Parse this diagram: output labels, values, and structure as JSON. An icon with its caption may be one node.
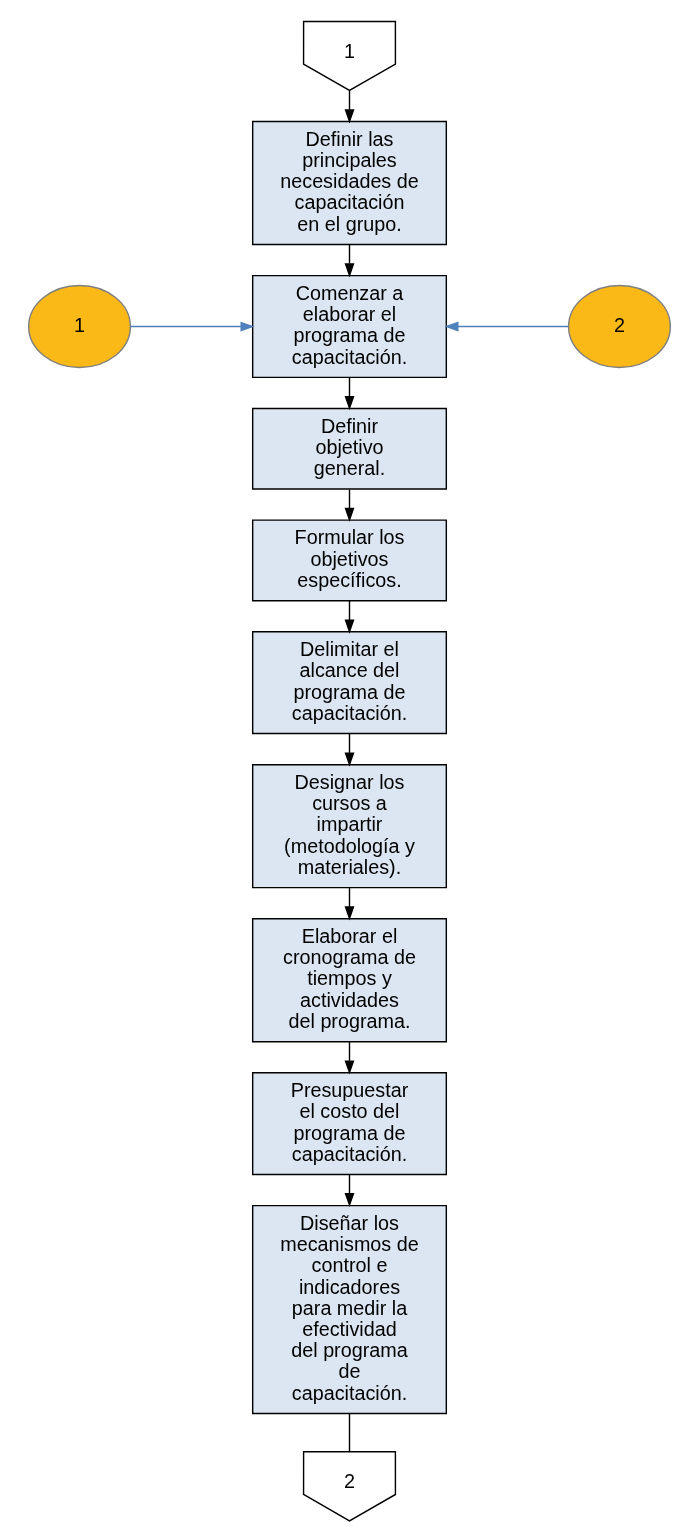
{
  "diagram": {
    "nodes": [
      {
        "text": [
          "1"
        ]
      },
      {
        "text": [
          "Definir las principales necesidades de capacitación en el grupo."
        ]
      },
      {
        "text": [
          "1"
        ]
      },
      {
        "text": [
          "Comenzar a elaborar el programa de capacitación."
        ]
      },
      {
        "text": [
          "2"
        ]
      },
      {
        "text": [
          "Definir objetivo general."
        ]
      },
      {
        "text": [
          "Formular los objetivos específicos."
        ]
      },
      {
        "text": [
          "Delimitar el alcance del programa de capacitación."
        ]
      },
      {
        "text": [
          "Designar los cursos a impartir (metodología y materiales)."
        ]
      },
      {
        "text": [
          "Elaborar el cronograma de tiempos y actividades del programa."
        ]
      },
      {
        "text": [
          "Presupuestar el costo del programa de capacitación."
        ]
      },
      {
        "text": [
          "Diseñar los mecanismos de control e indicadores para medir la efectividad del programa de capacitación."
        ]
      },
      {
        "text": [
          "2"
        ]
      }
    ],
    "edges": [
      {
        "from": 0,
        "to": 1,
        "arrow": "to"
      },
      {
        "from": 1,
        "to": 3,
        "arrow": "to"
      },
      {
        "from": 2,
        "to": 3,
        "arrow": "to",
        "color": "#4f81bd"
      },
      {
        "from": 4,
        "to": 3,
        "arrow": "to",
        "color": "#4f81bd"
      },
      {
        "from": 3,
        "to": 5,
        "arrow": "to"
      },
      {
        "from": 5,
        "to": 6,
        "arrow": "to"
      },
      {
        "from": 6,
        "to": 7,
        "arrow": "to"
      },
      {
        "from": 7,
        "to": 8,
        "arrow": "to"
      },
      {
        "from": 8,
        "to": 9,
        "arrow": "to"
      },
      {
        "from": 9,
        "to": 10,
        "arrow": "to"
      },
      {
        "from": 10,
        "to": 11,
        "arrow": "to"
      },
      {
        "from": 11,
        "to": 12,
        "arrow": "none"
      }
    ]
  }
}
